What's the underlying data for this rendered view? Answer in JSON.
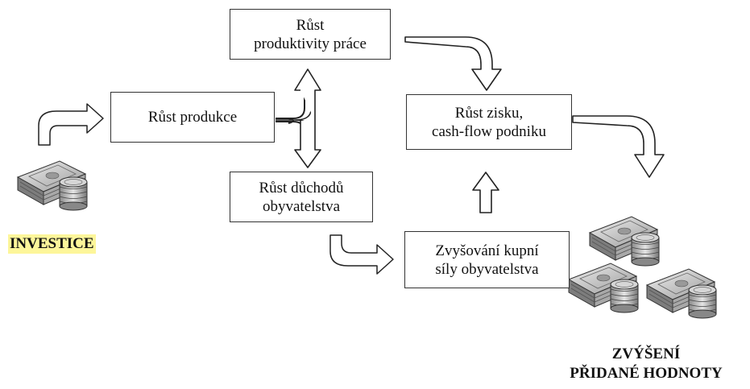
{
  "boxes": {
    "productivity": {
      "line1": "Růst",
      "line2": "produktivity práce"
    },
    "production": {
      "line1": "Růst produkce"
    },
    "profit": {
      "line1": "Růst zisku,",
      "line2": "cash-flow podniku"
    },
    "income": {
      "line1": "Růst důchodů",
      "line2": "obyvatelstva"
    },
    "purchasing": {
      "line1": "Zvyšování kupní",
      "line2": "síly obyvatelstva"
    }
  },
  "labels": {
    "investment": "INVESTICE",
    "result_line1": "ZVÝŠENÍ",
    "result_line2": "PŘIDANÉ HODNOTY"
  },
  "colors": {
    "highlight": "#fdf69a",
    "border": "#333333",
    "coin": "#b9b9b9",
    "bill": "#d8d8d8"
  },
  "icons": {
    "money": "money-stack-icon"
  }
}
